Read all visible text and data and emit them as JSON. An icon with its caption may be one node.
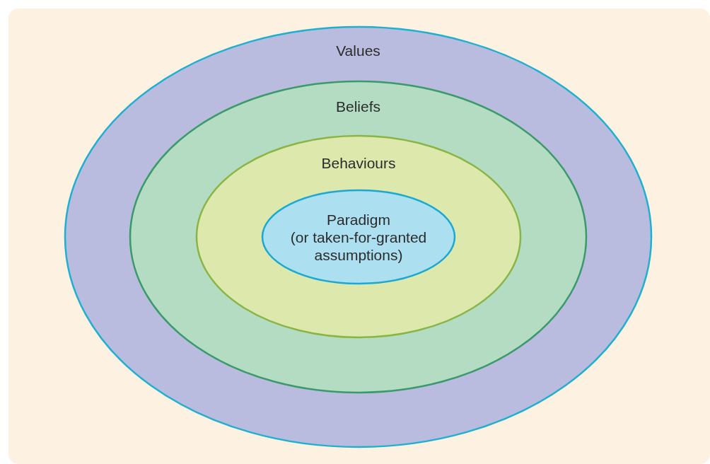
{
  "diagram": {
    "nodes": [
      {
        "text": [
          "Values"
        ]
      },
      {
        "text": [
          "Beliefs"
        ],
        "in": 0
      },
      {
        "text": [
          "Behaviours"
        ],
        "in": 1
      },
      {
        "text": [
          "Paradigm",
          "(or taken-for-granted assumptions)"
        ],
        "in": 2
      }
    ]
  }
}
